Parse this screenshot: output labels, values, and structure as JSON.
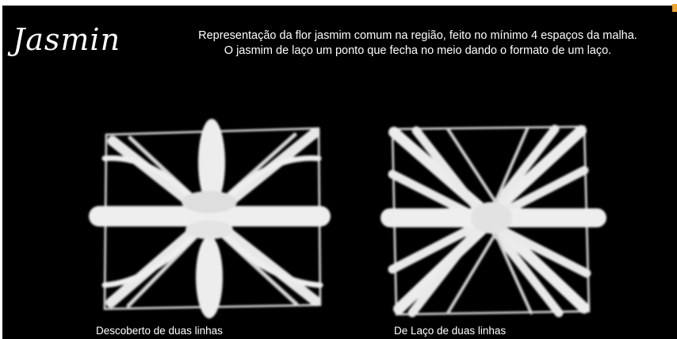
{
  "title": "Jasmin",
  "description": {
    "line1": "Representação da flor jasmim comum na região, feito no mínimo 4 espaços da malha.",
    "line2": "O jasmim de laço um ponto que fecha no meio dando o formato de um laço."
  },
  "captions": {
    "left": "Descoberto de duas linhas",
    "right": "De Laço de duas linhas"
  },
  "colors": {
    "background": "#000000",
    "thread": "#eeeeee",
    "accent": "#f3a321"
  }
}
